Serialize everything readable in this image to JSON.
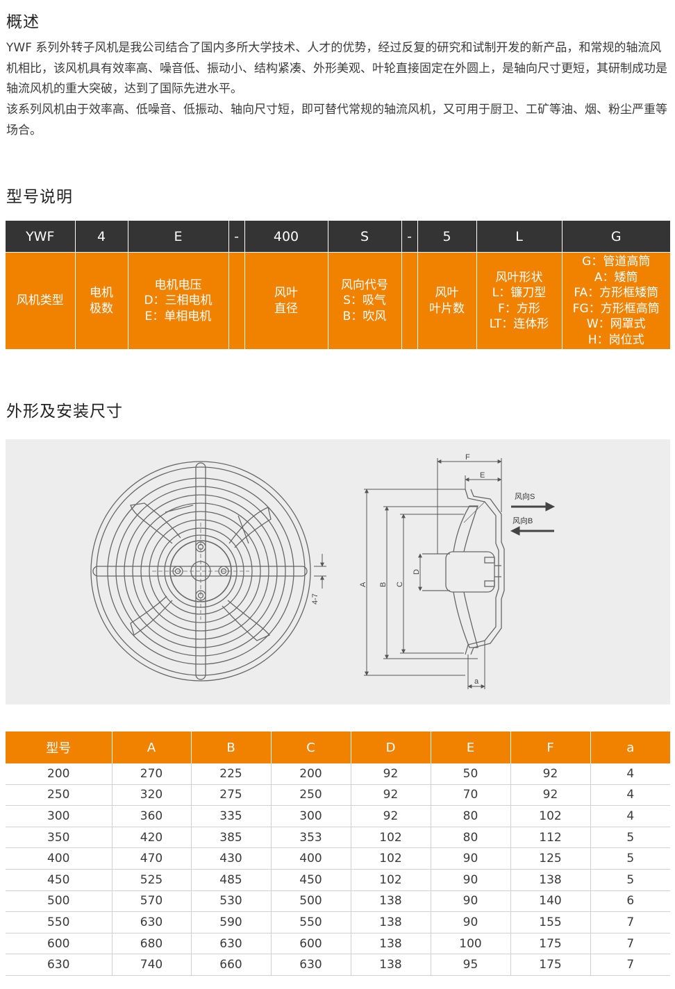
{
  "overview": {
    "title": "概述",
    "para1": "YWF 系列外转子风机是我公司结合了国内多所大学技术、人才的优势，经过反复的研究和试制开发的新产品，和常规的轴流风机相比，该风机具有效率高、噪音低、振动小、结构紧凑、外形美观、叶轮直接固定在外圆上，是轴向尺寸更短，其研制成功是轴流风机的重大突破，达到了国际先进水平。",
    "para2": "该系列风机由于效率高、低噪音、低振动、轴向尺寸短，即可替代常规的轴流风机，又可用于厨卫、工矿等油、烟、粉尘严重等场合。"
  },
  "model": {
    "title": "型号说明",
    "codes": [
      "YWF",
      "4",
      "E",
      "-",
      "400",
      "S",
      "-",
      "5",
      "L",
      "G"
    ],
    "desc": [
      [
        "风机类型"
      ],
      [
        "电机",
        "极数"
      ],
      [
        "电机电压",
        "D：三相电机",
        "E：单相电机"
      ],
      [
        ""
      ],
      [
        "风叶",
        "直径"
      ],
      [
        "风向代号",
        "S：吸气",
        "B：吹风"
      ],
      [
        ""
      ],
      [
        "风叶",
        "叶片数"
      ],
      [
        "风叶形状",
        "L：镰刀型",
        "F：方形",
        "LT：连体形"
      ],
      [
        "G：管道高筒",
        "A：矮筒",
        "FA：方形框矮筒",
        "FG：方形框高筒",
        "W：网罩式",
        "H：岗位式"
      ]
    ]
  },
  "drawing": {
    "title": "外形及安装尺寸",
    "labels": {
      "F": "F",
      "E": "E",
      "A": "A",
      "B": "B",
      "C": "C",
      "D": "D",
      "a": "a",
      "holes": "4-7",
      "wind_s": "风向S",
      "wind_b": "风向B"
    }
  },
  "dimensions": {
    "headers": [
      "型号",
      "A",
      "B",
      "C",
      "D",
      "E",
      "F",
      "a"
    ],
    "rows": [
      [
        "200",
        "270",
        "225",
        "200",
        "92",
        "50",
        "92",
        "4"
      ],
      [
        "250",
        "320",
        "275",
        "250",
        "92",
        "70",
        "92",
        "4"
      ],
      [
        "300",
        "360",
        "335",
        "300",
        "92",
        "80",
        "102",
        "4"
      ],
      [
        "350",
        "420",
        "385",
        "353",
        "102",
        "80",
        "112",
        "5"
      ],
      [
        "400",
        "470",
        "430",
        "400",
        "102",
        "90",
        "125",
        "5"
      ],
      [
        "450",
        "525",
        "485",
        "450",
        "102",
        "90",
        "138",
        "5"
      ],
      [
        "500",
        "570",
        "530",
        "500",
        "138",
        "90",
        "140",
        "6"
      ],
      [
        "550",
        "630",
        "590",
        "550",
        "138",
        "90",
        "155",
        "7"
      ],
      [
        "600",
        "680",
        "630",
        "600",
        "138",
        "100",
        "175",
        "7"
      ],
      [
        "630",
        "740",
        "660",
        "630",
        "138",
        "95",
        "175",
        "7"
      ]
    ]
  },
  "colors": {
    "accent": "#f08200",
    "dark": "#343434",
    "drawing_bg": "#ededed"
  }
}
